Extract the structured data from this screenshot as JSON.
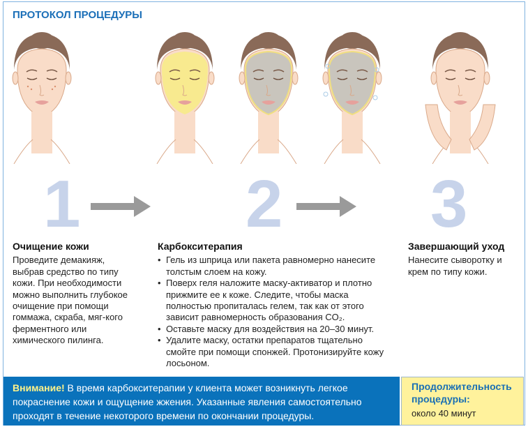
{
  "title": "ПРОТОКОЛ ПРОЦЕДУРЫ",
  "steps": [
    {
      "number": "1",
      "heading": "Очищение кожи",
      "text": "Проведите демакияж, выбрав средство по типу кожи. При необходимости можно выполнить глубокое очищение при помощи гоммажа, скраба, мяг-кого ферментного или химического пилинга."
    },
    {
      "number": "2",
      "heading": "Карбокситерапия",
      "bullets": [
        "Гель из шприца или пакета равномерно нанесите толстым слоем на кожу.",
        "Поверх геля наложите маску-активатор и плотно прижмите ее к коже. Следите, чтобы маска полностью пропиталась гелем, так как от этого зависит равномерность образования CO₂.",
        "Оставьте маску для воздействия на 20–30 минут.",
        "Удалите маску, остатки препаратов тщательно смойте при помощи спонжей. Протонизируйте кожу лосьоном."
      ]
    },
    {
      "number": "3",
      "heading": "Завершающий уход",
      "text": "Нанесите сыворотку и крем по типу кожи."
    }
  ],
  "warning": {
    "label": "Внимание!",
    "text": " В время карбокситерапии у клиента  может возникнуть легкое покраснение кожи и ощущение жжения. Указанные явления самостоятельно проходят в течение некоторого времени по окончании процедуры."
  },
  "duration": {
    "heading": "Продолжительность процедуры:",
    "value": "около 40 минут"
  },
  "colors": {
    "accent": "#1b6fb8",
    "band": "#0a72bb",
    "note": "#fff29c",
    "number": "#c7d3ea"
  }
}
